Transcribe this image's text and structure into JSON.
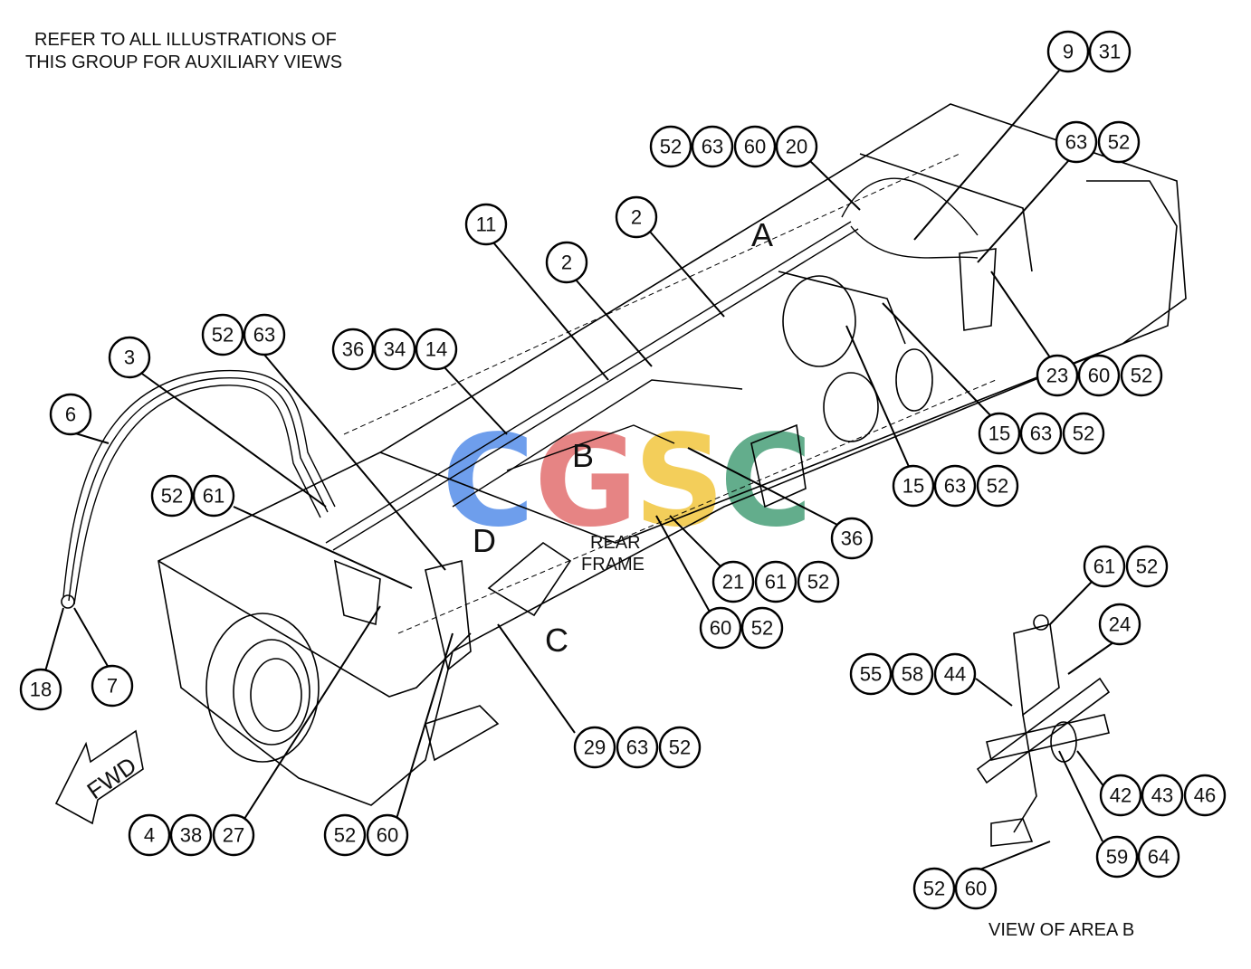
{
  "notes": {
    "line1": "REFER TO ALL ILLUSTRATIONS OF",
    "line2": "THIS GROUP FOR AUXILIARY VIEWS",
    "view_caption": "VIEW OF AREA B",
    "rear_frame_1": "REAR",
    "rear_frame_2": "FRAME",
    "fwd": "FWD"
  },
  "watermark": {
    "letters": [
      "C",
      "G",
      "S",
      "C"
    ],
    "colors": [
      "#4a86e8",
      "#e06666",
      "#f1c232",
      "#3d9970"
    ]
  },
  "area_labels": [
    "A",
    "B",
    "C",
    "D"
  ],
  "callouts": [
    "9",
    "31",
    "52",
    "63",
    "60",
    "20",
    "63",
    "52",
    "2",
    "11",
    "2",
    "23",
    "60",
    "52",
    "52",
    "63",
    "36",
    "34",
    "14",
    "15",
    "63",
    "52",
    "3",
    "15",
    "63",
    "52",
    "6",
    "36",
    "52",
    "61",
    "21",
    "61",
    "52",
    "61",
    "52",
    "60",
    "52",
    "24",
    "18",
    "7",
    "55",
    "58",
    "44",
    "29",
    "63",
    "52",
    "42",
    "43",
    "46",
    "4",
    "38",
    "27",
    "52",
    "60",
    "59",
    "64",
    "52",
    "60"
  ]
}
